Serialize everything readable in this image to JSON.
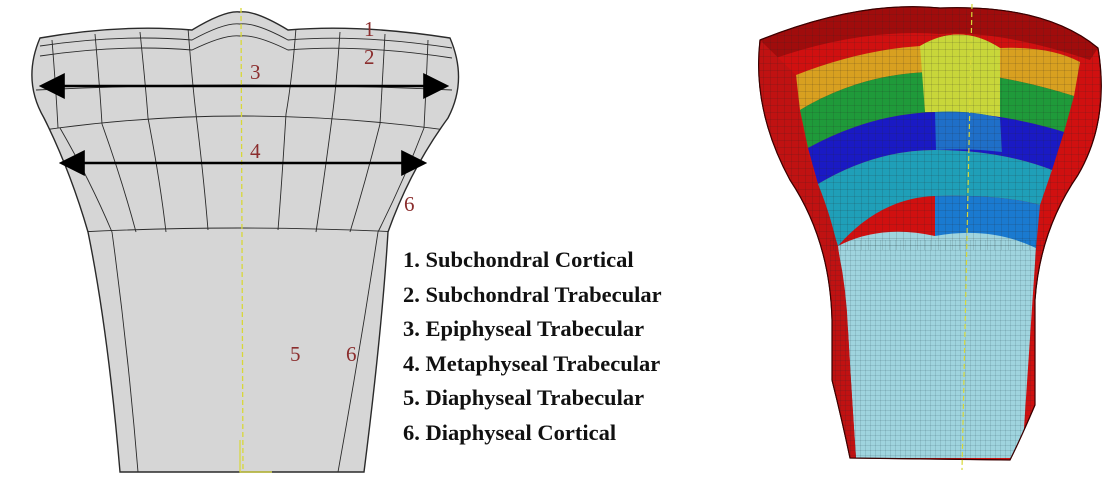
{
  "region_labels": {
    "r1": "1",
    "r2": "2",
    "r3": "3",
    "r4": "4",
    "r5": "5",
    "r6_upper": "6",
    "r6_lower": "6"
  },
  "legend": {
    "items": [
      "1. Subchondral Cortical",
      "2. Subchondral Trabecular",
      "3. Epiphyseal Trabecular",
      "4. Metaphyseal Trabecular",
      "5. Diaphyseal Trabecular",
      "6. Diaphyseal Cortical"
    ]
  },
  "colors": {
    "label_red": "#8b2e2e",
    "section_gray": "#d6d6d6",
    "cortical_red": "#d01010",
    "diaphyseal_cyan": "#9fd4de",
    "mesh_blue": "#1a1ac4",
    "mesh_teal": "#1f9fb8",
    "mesh_green": "#1f9a3a",
    "mesh_yellow": "#c8d63a",
    "mesh_orange": "#d8a020",
    "axis_yellow": "#d8d838"
  },
  "icons": [
    "double-headed-arrow",
    "centerline-axis"
  ]
}
